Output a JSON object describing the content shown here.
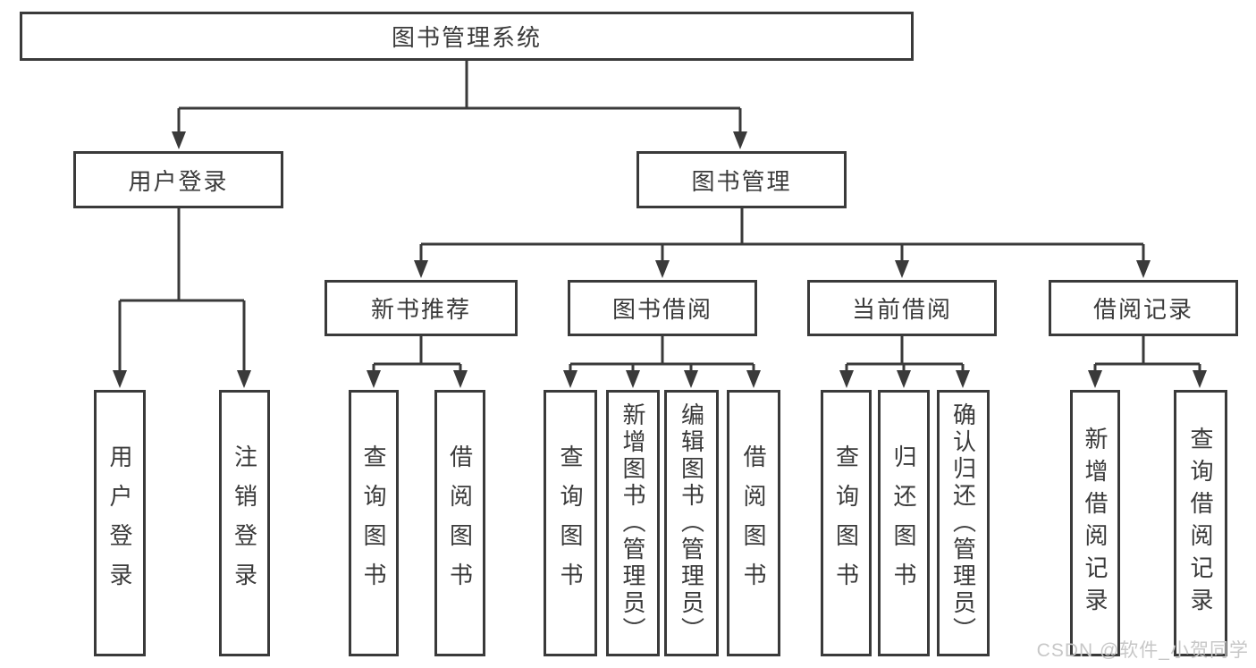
{
  "diagram_title": "图书管理系统",
  "tree": {
    "label": "图书管理系统",
    "children": [
      {
        "label": "用户登录",
        "children": [
          {
            "label": "用户登录"
          },
          {
            "label": "注销登录"
          }
        ]
      },
      {
        "label": "图书管理",
        "children": [
          {
            "label": "新书推荐",
            "children": [
              {
                "label": "查询图书"
              },
              {
                "label": "借阅图书"
              }
            ]
          },
          {
            "label": "图书借阅",
            "children": [
              {
                "label": "查询图书"
              },
              {
                "label": "新增图书（管理员）"
              },
              {
                "label": "编辑图书（管理员）"
              },
              {
                "label": "借阅图书"
              }
            ]
          },
          {
            "label": "当前借阅",
            "children": [
              {
                "label": "查询图书"
              },
              {
                "label": "归还图书"
              },
              {
                "label": "确认归还（管理员）"
              }
            ]
          },
          {
            "label": "借阅记录",
            "children": [
              {
                "label": "新增借阅记录"
              },
              {
                "label": "查询借阅记录"
              }
            ]
          }
        ]
      }
    ]
  },
  "watermark": "CSDN @软件_小贺同学",
  "colors": {
    "line": "#3a3a3a",
    "box_border": "#3a3a3a",
    "box_background": "#ffffff",
    "text": "#3a3a3a",
    "watermark": "#c7c7c7",
    "page_background": "#ffffff"
  }
}
